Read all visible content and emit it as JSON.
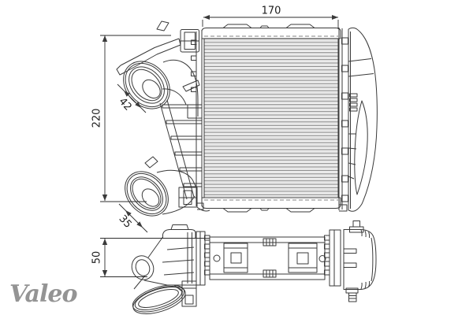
{
  "drawing": {
    "subject": "intercooler two-view technical drawing",
    "background_color": "#ffffff",
    "line_color": "#3a3a3a"
  },
  "dimensions": {
    "core_width": "170",
    "overall_height": "220",
    "upper_pipe_diameter": "42",
    "lower_pipe_diameter": "35",
    "side_view_depth": "50"
  },
  "logo": {
    "text": "Valeo",
    "color": "#949494"
  }
}
